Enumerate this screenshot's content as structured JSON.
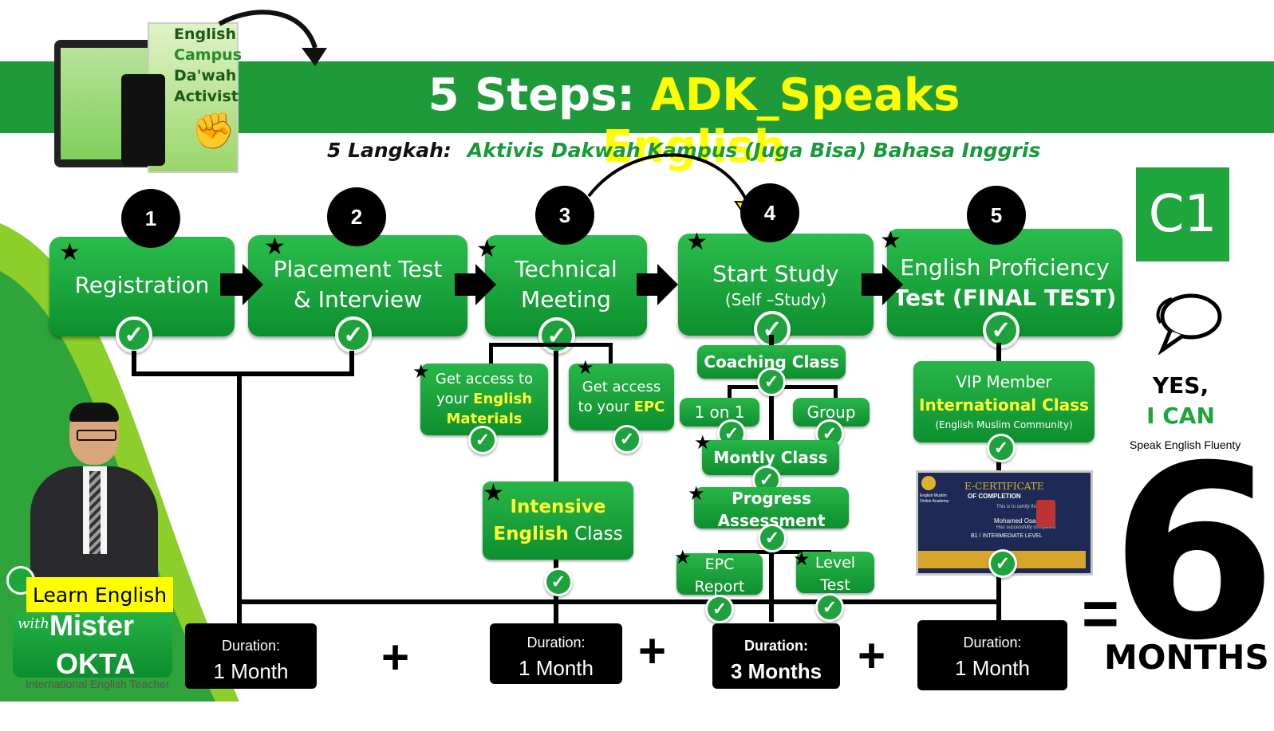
{
  "title": {
    "prefix": "5 Steps: ",
    "highlight": "ADK_Speaks English"
  },
  "subtitle": {
    "label": "5 Langkah:",
    "text": "Aktivis Dakwah Kampus  (Juga Bisa) Bahasa Inggris"
  },
  "book": {
    "line1": "English",
    "line2": "Campus",
    "line3": "Da'wah",
    "line4": "Activist"
  },
  "steps": [
    {
      "number": "1",
      "line1": "Registration",
      "line2": ""
    },
    {
      "number": "2",
      "line1": "Placement Test",
      "line2": "& Interview"
    },
    {
      "number": "3",
      "line1": "Technical",
      "line2": "Meeting"
    },
    {
      "number": "4",
      "line1": "Start Study",
      "line2": "(Self –Study)"
    },
    {
      "number": "5",
      "line1": "English Proficiency",
      "line2": "Test (FINAL TEST)"
    }
  ],
  "step3_subs": {
    "materials": {
      "a": "Get access to",
      "b": "your ",
      "c": "English",
      "d": "Materials"
    },
    "epc": {
      "a": "Get access",
      "b": "to your ",
      "c": "EPC"
    },
    "intensive": {
      "a": "Intensive",
      "b": "English",
      "c": " Class"
    }
  },
  "step4_subs": {
    "coaching": "Coaching Class",
    "one_on_one": "1 on 1",
    "group": "Group",
    "monthly": "Montly Class",
    "progress_a": "Progress",
    "progress_b": "Assessment",
    "epc_a": "EPC",
    "epc_b": "Report",
    "level_a": "Level",
    "level_b": "Test"
  },
  "step5_subs": {
    "vip": "VIP Member",
    "international": "International Class",
    "community": "(English Muslim Community)"
  },
  "certificate": {
    "title": "E-CERTIFICATE",
    "sub": "OF COMPLETION",
    "line": "This is to certify that",
    "name": "Mohamed Osama",
    "line2": "Has successfully completed",
    "level": "B1 / INTERMEDIATE LEVEL",
    "brand": "English Muslim Online Academy"
  },
  "durations": [
    {
      "label": "Duration:",
      "value": "1 Month"
    },
    {
      "label": "Duration:",
      "value": "1 Month"
    },
    {
      "label": "Duration:",
      "value": "3 Months"
    },
    {
      "label": "Duration:",
      "value": "1 Month"
    }
  ],
  "plus": "+",
  "equals": "=",
  "total": {
    "number": "6",
    "unit": "MONTHS"
  },
  "level_badge": "C1",
  "yes": {
    "a": "YES,",
    "b": "I CAN",
    "c": "Speak English Fluenty"
  },
  "teacher": {
    "learn": "Learn English",
    "with": "with",
    "name1": "Mister",
    "name2": "OKTA",
    "role": "International English Teacher"
  },
  "colors": {
    "green": "#1f9a3b",
    "yellow": "#ffff00",
    "black": "#000000"
  }
}
